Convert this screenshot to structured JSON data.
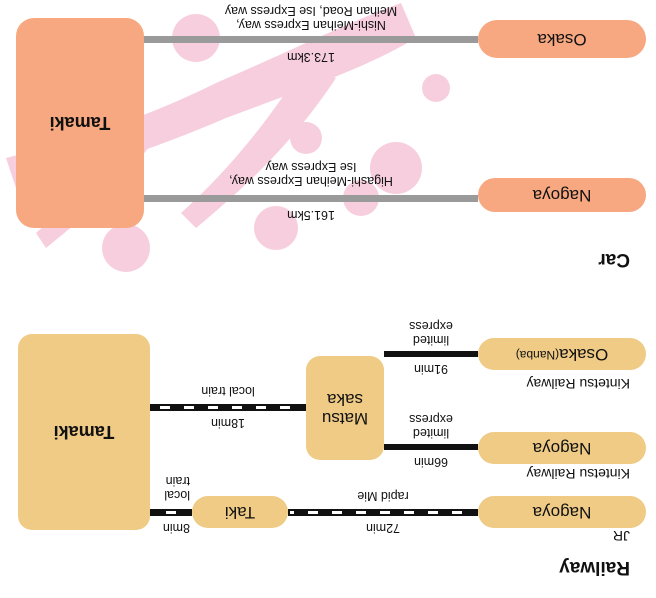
{
  "railway": {
    "title": "Railway",
    "jr_label": "JR",
    "kintetsu_label_1": "Kintetsu Railway",
    "kintetsu_label_2": "Kintetsu Railway",
    "hub": "Tamaki",
    "stations": {
      "nagoya_jr": "Nagoya",
      "nagoya_kintetsu": "Nagoya",
      "osaka": "Osaka",
      "osaka_sub": "(Nanba)",
      "taki": "Taki",
      "matsusaka_line1": "Matsu",
      "matsusaka_line2": "saka"
    },
    "segments": {
      "jr_time": "72min",
      "jr_type": "rapid Mie",
      "taki_time": "8min",
      "taki_type_line1": "local",
      "taki_type_line2": "train",
      "nagoya_time": "66min",
      "nagoya_type_line1": "limited",
      "nagoya_type_line2": "express",
      "osaka_time": "91min",
      "osaka_type_line1": "limited",
      "osaka_type_line2": "express",
      "matsusaka_time": "18min",
      "matsusaka_type": "local train"
    }
  },
  "car": {
    "title": "Car",
    "hub": "Tamaki",
    "origins": {
      "nagoya": "Nagoya",
      "osaka": "Osaka"
    },
    "nagoya_route": {
      "distance": "161.5km",
      "road_line1": "Higashi-Meihan Express way,",
      "road_line2": "Ise Express way"
    },
    "osaka_route": {
      "distance": "173.3km",
      "road_line1": "Nishi-Meihan Express way,",
      "road_line2": "Meihan Road, Ise Express way"
    }
  },
  "colors": {
    "rail_node": "#efcb86",
    "car_node": "#f7a880",
    "road": "#9a9a9a",
    "track": "#111111",
    "blossom": "#f6c6d8"
  }
}
